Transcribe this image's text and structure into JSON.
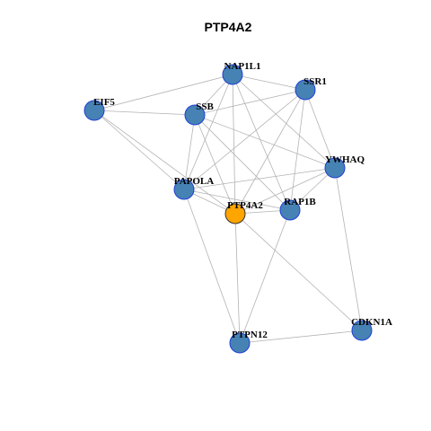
{
  "title": "PTP4A2",
  "colors": {
    "node_fill": "#4682B4",
    "node_stroke": "#1f3fd6",
    "focus_fill": "#FFA500",
    "focus_stroke": "#333333",
    "edge": "#b3b3b3"
  },
  "nodes": [
    {
      "id": "NAP1L1",
      "label": "NAP1L1",
      "focus": false
    },
    {
      "id": "SSR1",
      "label": "SSR1",
      "focus": false
    },
    {
      "id": "EIF5",
      "label": "EIF5",
      "focus": false
    },
    {
      "id": "SSB",
      "label": "SSB",
      "focus": false
    },
    {
      "id": "YWHAQ",
      "label": "YWHAQ",
      "focus": false
    },
    {
      "id": "PAPOLA",
      "label": "PAPOLA",
      "focus": false
    },
    {
      "id": "PTP4A2",
      "label": "PTP4A2",
      "focus": true
    },
    {
      "id": "RAP1B",
      "label": "RAP1B",
      "focus": false
    },
    {
      "id": "CDKN1A",
      "label": "CDKN1A",
      "focus": false
    },
    {
      "id": "PTPN12",
      "label": "PTPN12",
      "focus": false
    }
  ],
  "edges": [
    [
      "NAP1L1",
      "SSR1"
    ],
    [
      "NAP1L1",
      "EIF5"
    ],
    [
      "NAP1L1",
      "SSB"
    ],
    [
      "NAP1L1",
      "YWHAQ"
    ],
    [
      "NAP1L1",
      "PAPOLA"
    ],
    [
      "NAP1L1",
      "PTP4A2"
    ],
    [
      "NAP1L1",
      "RAP1B"
    ],
    [
      "SSR1",
      "SSB"
    ],
    [
      "SSR1",
      "YWHAQ"
    ],
    [
      "SSR1",
      "PAPOLA"
    ],
    [
      "SSR1",
      "PTP4A2"
    ],
    [
      "SSR1",
      "RAP1B"
    ],
    [
      "EIF5",
      "SSB"
    ],
    [
      "EIF5",
      "PAPOLA"
    ],
    [
      "EIF5",
      "PTP4A2"
    ],
    [
      "SSB",
      "YWHAQ"
    ],
    [
      "SSB",
      "PAPOLA"
    ],
    [
      "SSB",
      "PTP4A2"
    ],
    [
      "SSB",
      "RAP1B"
    ],
    [
      "YWHAQ",
      "PAPOLA"
    ],
    [
      "YWHAQ",
      "PTP4A2"
    ],
    [
      "YWHAQ",
      "RAP1B"
    ],
    [
      "YWHAQ",
      "CDKN1A"
    ],
    [
      "PAPOLA",
      "PTP4A2"
    ],
    [
      "PAPOLA",
      "RAP1B"
    ],
    [
      "PAPOLA",
      "PTPN12"
    ],
    [
      "PTP4A2",
      "RAP1B"
    ],
    [
      "PTP4A2",
      "PTPN12"
    ],
    [
      "PTP4A2",
      "CDKN1A"
    ],
    [
      "RAP1B",
      "PTPN12"
    ],
    [
      "PTPN12",
      "CDKN1A"
    ]
  ]
}
